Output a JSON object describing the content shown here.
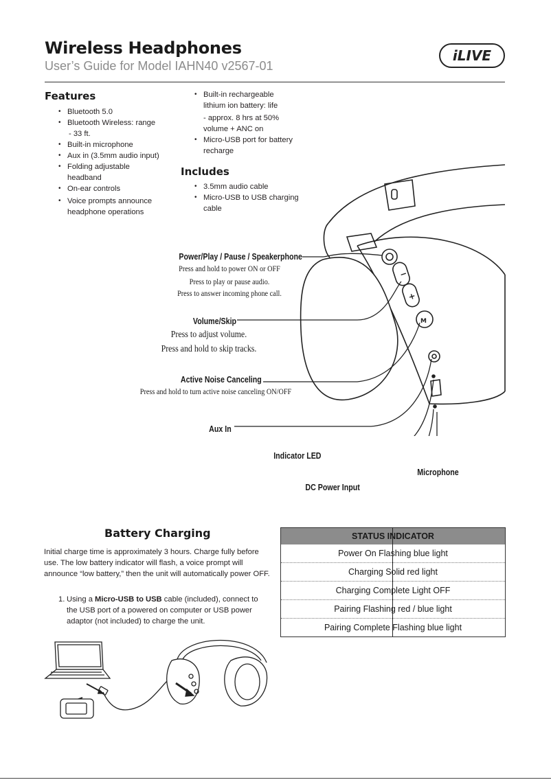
{
  "header": {
    "title": "Wireless Headphones",
    "subtitle": "User’s Guide for Model IAHN40 v2567-01",
    "logo_text": "iLIVE"
  },
  "features": {
    "heading": "Features",
    "col1": [
      {
        "text": "Bluetooth 5.0"
      },
      {
        "text": "Bluetooth Wireless: range",
        "cont": "- 33 ft."
      },
      {
        "text": "Built-in microphone"
      },
      {
        "text": "Aux in (3.5mm audio input)"
      },
      {
        "text": "Folding adjustable",
        "cont": "headband"
      },
      {
        "text": "On-ear controls"
      },
      {
        "text": "Voice prompts announce",
        "cont": "headphone operations"
      }
    ],
    "col2": [
      {
        "text": "Built-in rechargeable",
        "cont": "lithium ion battery: life",
        "cont2": "- approx. 8 hrs at 50%",
        "cont3": "volume + ANC on"
      },
      {
        "text": "Micro-USB port for battery",
        "cont": "recharge"
      }
    ]
  },
  "includes": {
    "heading": "Includes",
    "items": [
      {
        "text": "3.5mm audio cable"
      },
      {
        "text": "Micro-USB to USB charging",
        "cont": "cable"
      }
    ]
  },
  "controls": {
    "power": {
      "label": "Power/Play / Pause / Speakerphone",
      "lines": [
        "Press and hold to power ON or OFF",
        "Press to play or pause audio.",
        "Press to answer incoming phone call."
      ]
    },
    "volume": {
      "label": "Volume/Skip",
      "lines": [
        "Press to adjust volume.",
        "Press and hold to skip tracks."
      ]
    },
    "anc": {
      "label": "Active Noise Canceling",
      "lines": [
        "Press and hold to turn active noise canceling ON/OFF"
      ]
    },
    "aux": {
      "label": "Aux In"
    },
    "led": {
      "label": "Indicator LED"
    },
    "dc": {
      "label": "DC Power Input"
    },
    "mic": {
      "label": "Microphone"
    }
  },
  "battery": {
    "heading": "Battery Charging",
    "paragraph": "Initial charge time is approximately 3 hours. Charge fully before use. The low battery indicator will flash, a voice prompt will announce “low battery,” then the unit will automatically power OFF.",
    "step_num": "1.",
    "step_pre": "Using a",
    "step_bold": "Micro-USB to USB",
    "step_post": "cable (included), connect to the USB port of a powered on computer or USB power adaptor (not included) to charge the unit."
  },
  "status_table": {
    "header": "STATUS INDICATOR",
    "rows": [
      "Power On Flashing blue light",
      "Charging Solid red light",
      "Charging Complete Light OFF",
      "Pairing Flashing red / blue light",
      "Pairing Complete Flashing blue light"
    ]
  }
}
